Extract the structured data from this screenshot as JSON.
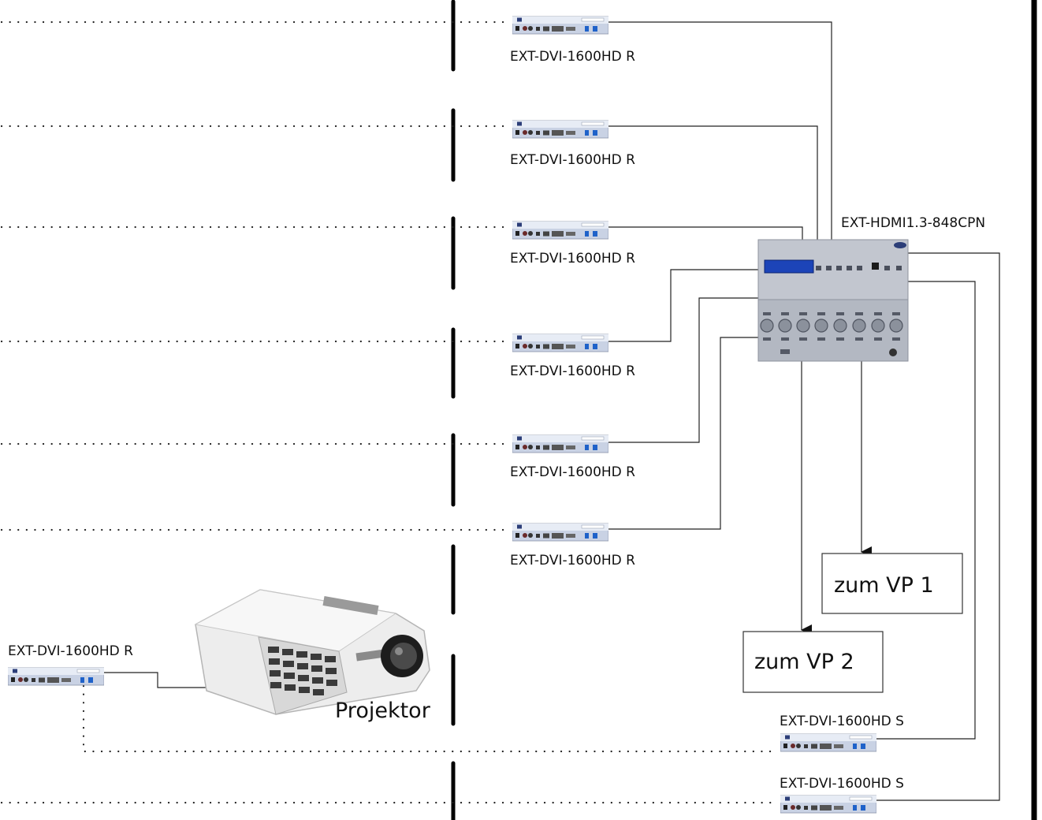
{
  "receivers": [
    {
      "label": "EXT-DVI-1600HD R"
    },
    {
      "label": "EXT-DVI-1600HD R"
    },
    {
      "label": "EXT-DVI-1600HD R"
    },
    {
      "label": "EXT-DVI-1600HD R"
    },
    {
      "label": "EXT-DVI-1600HD R"
    },
    {
      "label": "EXT-DVI-1600HD R"
    }
  ],
  "projector_receiver": {
    "label": "EXT-DVI-1600HD R"
  },
  "projector": {
    "label": "Projektor"
  },
  "matrix": {
    "label": "EXT-HDMI1.3-848CPN"
  },
  "senders": [
    {
      "label": "EXT-DVI-1600HD S"
    },
    {
      "label": "EXT-DVI-1600HD S"
    }
  ],
  "outputs": [
    {
      "label": "zum VP 1"
    },
    {
      "label": "zum VP 2"
    }
  ],
  "colors": {
    "device_body": "#c9d2e4",
    "device_top": "#e7ecf5",
    "port_blue": "#1f62c9",
    "matrix_body": "#c2c6cf",
    "lcd_blue": "#1c44b8",
    "line": "#222222"
  }
}
